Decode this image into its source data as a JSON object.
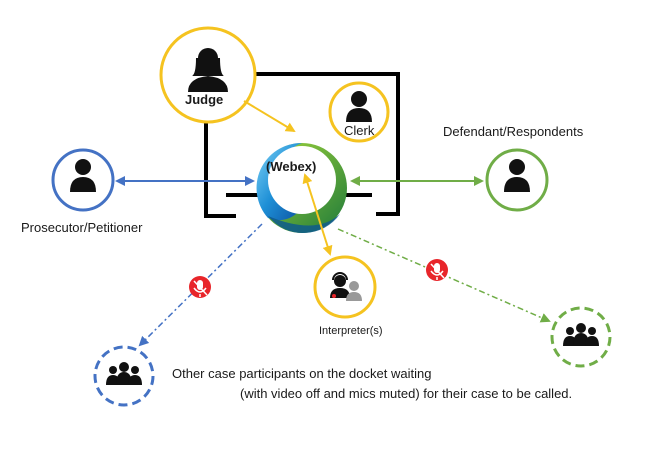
{
  "diagram": {
    "nodes": {
      "judge": {
        "label": "Judge",
        "icon": "person-female-icon",
        "color": "#f5c320"
      },
      "clerk": {
        "label": "Clerk",
        "icon": "person-icon",
        "color": "#f5c320"
      },
      "webex": {
        "label": "(Webex)",
        "icon": "webex-logo"
      },
      "defendant": {
        "label": "Defendant/Respondents",
        "icon": "person-icon",
        "color": "#70ad47"
      },
      "prosecutor": {
        "label": "Prosecutor/Petitioner",
        "icon": "person-icon",
        "color": "#4472c4"
      },
      "interpreter": {
        "label": "Interpreter(s)",
        "icon": "interpreter-headset-icon",
        "color": "#f5c320"
      },
      "waiting_left": {
        "icon": "group-icon",
        "color": "#4472c4",
        "status": "waiting"
      },
      "waiting_right": {
        "icon": "group-icon",
        "color": "#70ad47",
        "status": "waiting"
      }
    },
    "note": {
      "line1": "Other case participants on the docket waiting",
      "line2": "(with video off and mics muted) for their case to be called."
    },
    "muted_icon": "microphone-muted-icon",
    "colors": {
      "blue": "#4472c4",
      "green": "#70ad47",
      "yellow": "#f5c320",
      "muted_red": "#e8252a",
      "frame": "#000000"
    }
  }
}
